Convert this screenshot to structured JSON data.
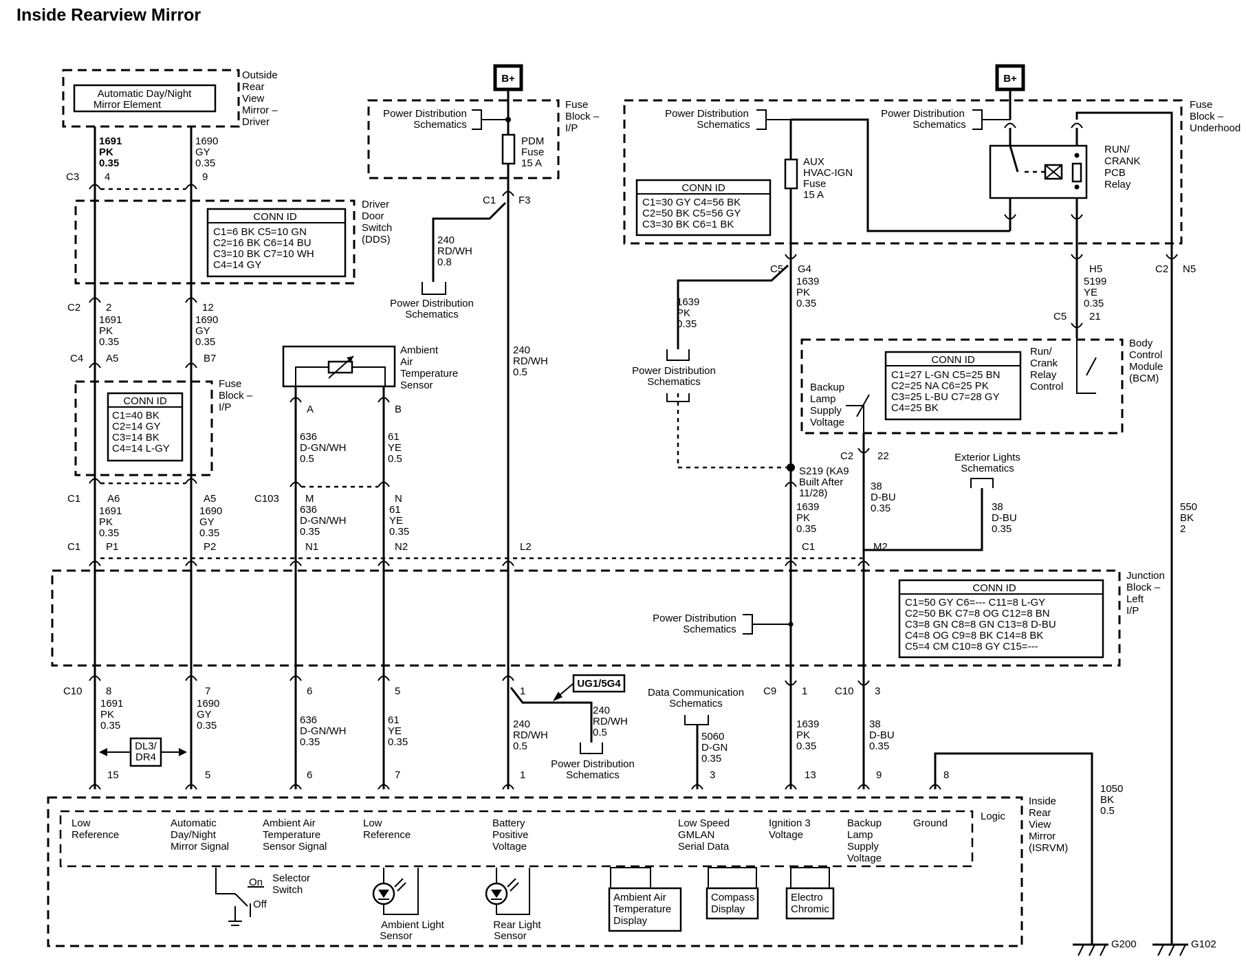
{
  "title": "Inside Rearview Mirror",
  "battery": {
    "label": "B+"
  },
  "components": {
    "mirror_element": {
      "name_lines": [
        "Automatic Day/Night",
        "Mirror Element"
      ],
      "caption_lines": [
        "Outside",
        "Rear",
        "View",
        "Mirror –",
        "Driver"
      ]
    },
    "dds": {
      "caption_lines": [
        "Driver",
        "Door",
        "Switch",
        "(DDS)"
      ],
      "conn_title": "CONN ID",
      "conn_rows": [
        "C1=6 BK    C5=10 GN",
        "C2=16 BK   C6=14 BU",
        "C3=10 BK   C7=10 WH",
        "C4=14 GY"
      ]
    },
    "fuse_ip_small": {
      "caption_lines": [
        "Fuse",
        "Block –",
        "I/P"
      ],
      "conn_title": "CONN ID",
      "conn_rows": [
        "C1=40 BK",
        "C2=14 GY",
        "C3=14 BK",
        "C4=14 L-GY"
      ]
    },
    "fuse_ip_top": {
      "caption_lines": [
        "Fuse",
        "Block –",
        "I/P"
      ],
      "pds_lines": [
        "Power Distribution",
        "Schematics"
      ],
      "fuse_lines": [
        "PDM",
        "Fuse",
        "15 A"
      ],
      "conn": "C1",
      "pin": "F3"
    },
    "ambient_sensor": {
      "caption_lines": [
        "Ambient",
        "Air",
        "Temperature",
        "Sensor"
      ],
      "pin_a": "A",
      "pin_b": "B"
    },
    "underhood": {
      "caption_lines": [
        "Fuse",
        "Block –",
        "Underhood"
      ],
      "pds1_lines": [
        "Power Distribution",
        "Schematics"
      ],
      "pds2_lines": [
        "Power Distribution",
        "Schematics"
      ],
      "fuse_lines": [
        "AUX",
        "HVAC-IGN",
        "Fuse",
        "15 A"
      ],
      "relay_lines": [
        "RUN/",
        "CRANK",
        "PCB",
        "Relay"
      ],
      "conn_title": "CONN ID",
      "conn_rows": [
        "C1=30 GY   C4=56 BK",
        "C2=50 BK   C5=56 GY",
        "C3=30 BK   C6=1 BK"
      ]
    },
    "bcm": {
      "caption_lines": [
        "Body",
        "Control",
        "Module",
        "(BCM)"
      ],
      "relay_ctrl_lines": [
        "Run/",
        "Crank",
        "Relay",
        "Control"
      ],
      "backup_lines": [
        "Backup",
        "Lamp",
        "Supply",
        "Voltage"
      ],
      "conn_title": "CONN ID",
      "conn_rows": [
        "C1=27 L-GN   C5=25 BN",
        "C2=25 NA     C6=25 PK",
        "C3=25 L-BU   C7=28 GY",
        "C4=25 BK"
      ]
    },
    "junction": {
      "caption_lines": [
        "Junction",
        "Block –",
        "Left",
        "I/P"
      ],
      "pds_lines": [
        "Power Distribution",
        "Schematics"
      ],
      "conn_title": "CONN ID",
      "conn_rows": [
        "C1=50 GY   C6=---     C11=8 L-GY",
        "C2=50 BK   C7=8 OG    C12=8 BN",
        "C3=8 GN    C8=8 GN    C13=8 D-BU",
        "C4=8 OG    C9=8 BK    C14=8 BK",
        "C5=4 CM    C10=8 GY   C15=---"
      ]
    },
    "isrvm": {
      "caption_lines": [
        "Inside",
        "Rear",
        "View",
        "Mirror",
        "(ISRVM)"
      ],
      "logic": "Logic",
      "selector_lines": [
        "Selector",
        "Switch"
      ],
      "on": "On",
      "off": "Off",
      "ambient_light_lines": [
        "Ambient Light",
        "Sensor"
      ],
      "rear_light_lines": [
        "Rear Light",
        "Sensor"
      ],
      "amb_display_lines": [
        "Ambient Air",
        "Temperature",
        "Display"
      ],
      "compass_lines": [
        "Compass",
        "Display"
      ],
      "electro_lines": [
        "Electro",
        "Chromic"
      ]
    }
  },
  "wires": {
    "w1691_top": [
      "1691",
      "PK",
      "0.35"
    ],
    "w1690_top": [
      "1690",
      "GY",
      "0.35"
    ],
    "w1691_mid": [
      "1691",
      "PK",
      "0.35"
    ],
    "w1690_mid": [
      "1690",
      "GY",
      "0.35"
    ],
    "w1691_low": [
      "1691",
      "PK",
      "0.35"
    ],
    "w1690_low": [
      "1690",
      "GY",
      "0.35"
    ],
    "w1691_bot": [
      "1691",
      "PK",
      "0.35"
    ],
    "w1690_bot": [
      "1690",
      "GY",
      "0.35"
    ],
    "w636_top": [
      "636",
      "D-GN/WH",
      "0.5"
    ],
    "w61_top": [
      "61",
      "YE",
      "0.5"
    ],
    "w636_mid": [
      "636",
      "D-GN/WH",
      "0.35"
    ],
    "w61_mid": [
      "61",
      "YE",
      "0.35"
    ],
    "w636_bot": [
      "636",
      "D-GN/WH",
      "0.35"
    ],
    "w61_bot": [
      "61",
      "YE",
      "0.35"
    ],
    "w240_a": [
      "240",
      "RD/WH",
      "0.8"
    ],
    "w240_b": [
      "240",
      "RD/WH",
      "0.5"
    ],
    "w240_c": [
      "240",
      "RD/WH",
      "0.5"
    ],
    "w240_d": [
      "240",
      "RD/WH",
      "0.5"
    ],
    "w1639_a": [
      "1639",
      "PK",
      "0.35"
    ],
    "w1639_b": [
      "1639",
      "PK",
      "0.35"
    ],
    "w1639_c": [
      "1639",
      "PK",
      "0.35"
    ],
    "w1639_d": [
      "1639",
      "PK",
      "0.35"
    ],
    "w5199": [
      "5199",
      "YE",
      "0.35"
    ],
    "w38_a": [
      "38",
      "D-BU",
      "0.35"
    ],
    "w38_b": [
      "38",
      "D-BU",
      "0.35"
    ],
    "w38_c": [
      "38",
      "D-BU",
      "0.35"
    ],
    "w550": [
      "550",
      "BK",
      "2"
    ],
    "w5060": [
      "5060",
      "D-GN",
      "0.35"
    ],
    "w1050": [
      "1050",
      "BK",
      "0.5"
    ]
  },
  "connectors": {
    "C3": "C3",
    "C3_p4": "4",
    "C3_p9": "9",
    "C2": "C2",
    "C2_p2": "2",
    "C2_p12": "12",
    "C4": "C4",
    "C4_a5": "A5",
    "C4_b7": "B7",
    "C1a": "C1",
    "C1a_a6": "A6",
    "C1a_a5": "A5",
    "C1b": "C1",
    "C1b_p1": "P1",
    "C1b_p2": "P2",
    "N1": "N1",
    "N2": "N2",
    "L2": "L2",
    "C1c": "C1",
    "M2": "M2",
    "C103": "C103",
    "C103_m": "M",
    "C103_n": "N",
    "C10a": "C10",
    "C10a_8": "8",
    "C10a_7": "7",
    "p6": "6",
    "p5": "5",
    "p1a": "1",
    "C9": "C9",
    "C9_1": "1",
    "C10b": "C10",
    "C10b_3": "3",
    "isr_15": "15",
    "isr_5": "5",
    "isr_6": "6",
    "isr_7": "7",
    "isr_1": "1",
    "isr_3": "3",
    "isr_13": "13",
    "isr_9": "9",
    "isr_8": "8",
    "C5": "C5",
    "G4": "G4",
    "H5": "H5",
    "C2u": "C2",
    "N5": "N5",
    "C5b": "C5",
    "C5b_21": "21",
    "C2b": "C2",
    "C2b_22": "22"
  },
  "labels": {
    "pds_240": [
      "Power Distribution",
      "Schematics"
    ],
    "pds_1639": [
      "Power Distribution",
      "Schematics"
    ],
    "pds_ug1": [
      "Power Distribution",
      "Schematics"
    ],
    "ext_lights": [
      "Exterior Lights",
      "Schematics"
    ],
    "data_comm": [
      "Data Communication",
      "Schematics"
    ],
    "splice": [
      "S219 (KA9",
      "Built After",
      "11/28)"
    ],
    "ug1": "UG1/5G4",
    "dl3": [
      "DL3/",
      "DR4"
    ],
    "g200": "G200",
    "g102": "G102"
  },
  "pins": {
    "low_ref1": [
      "Low",
      "Reference"
    ],
    "auto_dn": [
      "Automatic",
      "Day/Night",
      "Mirror Signal"
    ],
    "amb_sig": [
      "Ambient Air",
      "Temperature",
      "Sensor Signal"
    ],
    "low_ref2": [
      "Low",
      "Reference"
    ],
    "batt_pos": [
      "Battery",
      "Positive",
      "Voltage"
    ],
    "gmlan": [
      "Low Speed",
      "GMLAN",
      "Serial Data"
    ],
    "ign3": [
      "Ignition 3",
      "Voltage"
    ],
    "backup": [
      "Backup",
      "Lamp",
      "Supply",
      "Voltage"
    ],
    "ground": [
      "Ground"
    ]
  }
}
